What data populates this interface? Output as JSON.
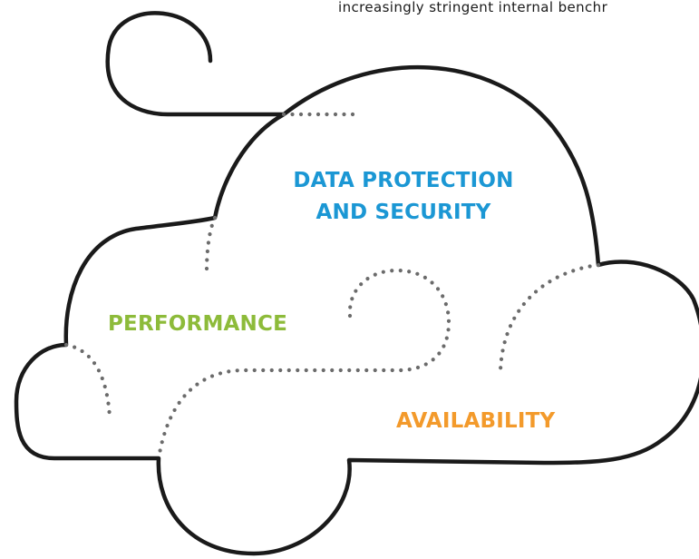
{
  "caption_fragment": "increasingly stringent internal benchr",
  "diagram": {
    "labels": {
      "security_line1": "DATA PROTECTION",
      "security_line2": "AND SECURITY",
      "performance": "PERFORMANCE",
      "availability": "AVAILABILITY"
    }
  },
  "colors": {
    "security": "#1b97d4",
    "performance": "#8dbb3a",
    "availability": "#f39a2b",
    "outline": "#1a1a1a",
    "dots": "#6b6b6b"
  }
}
